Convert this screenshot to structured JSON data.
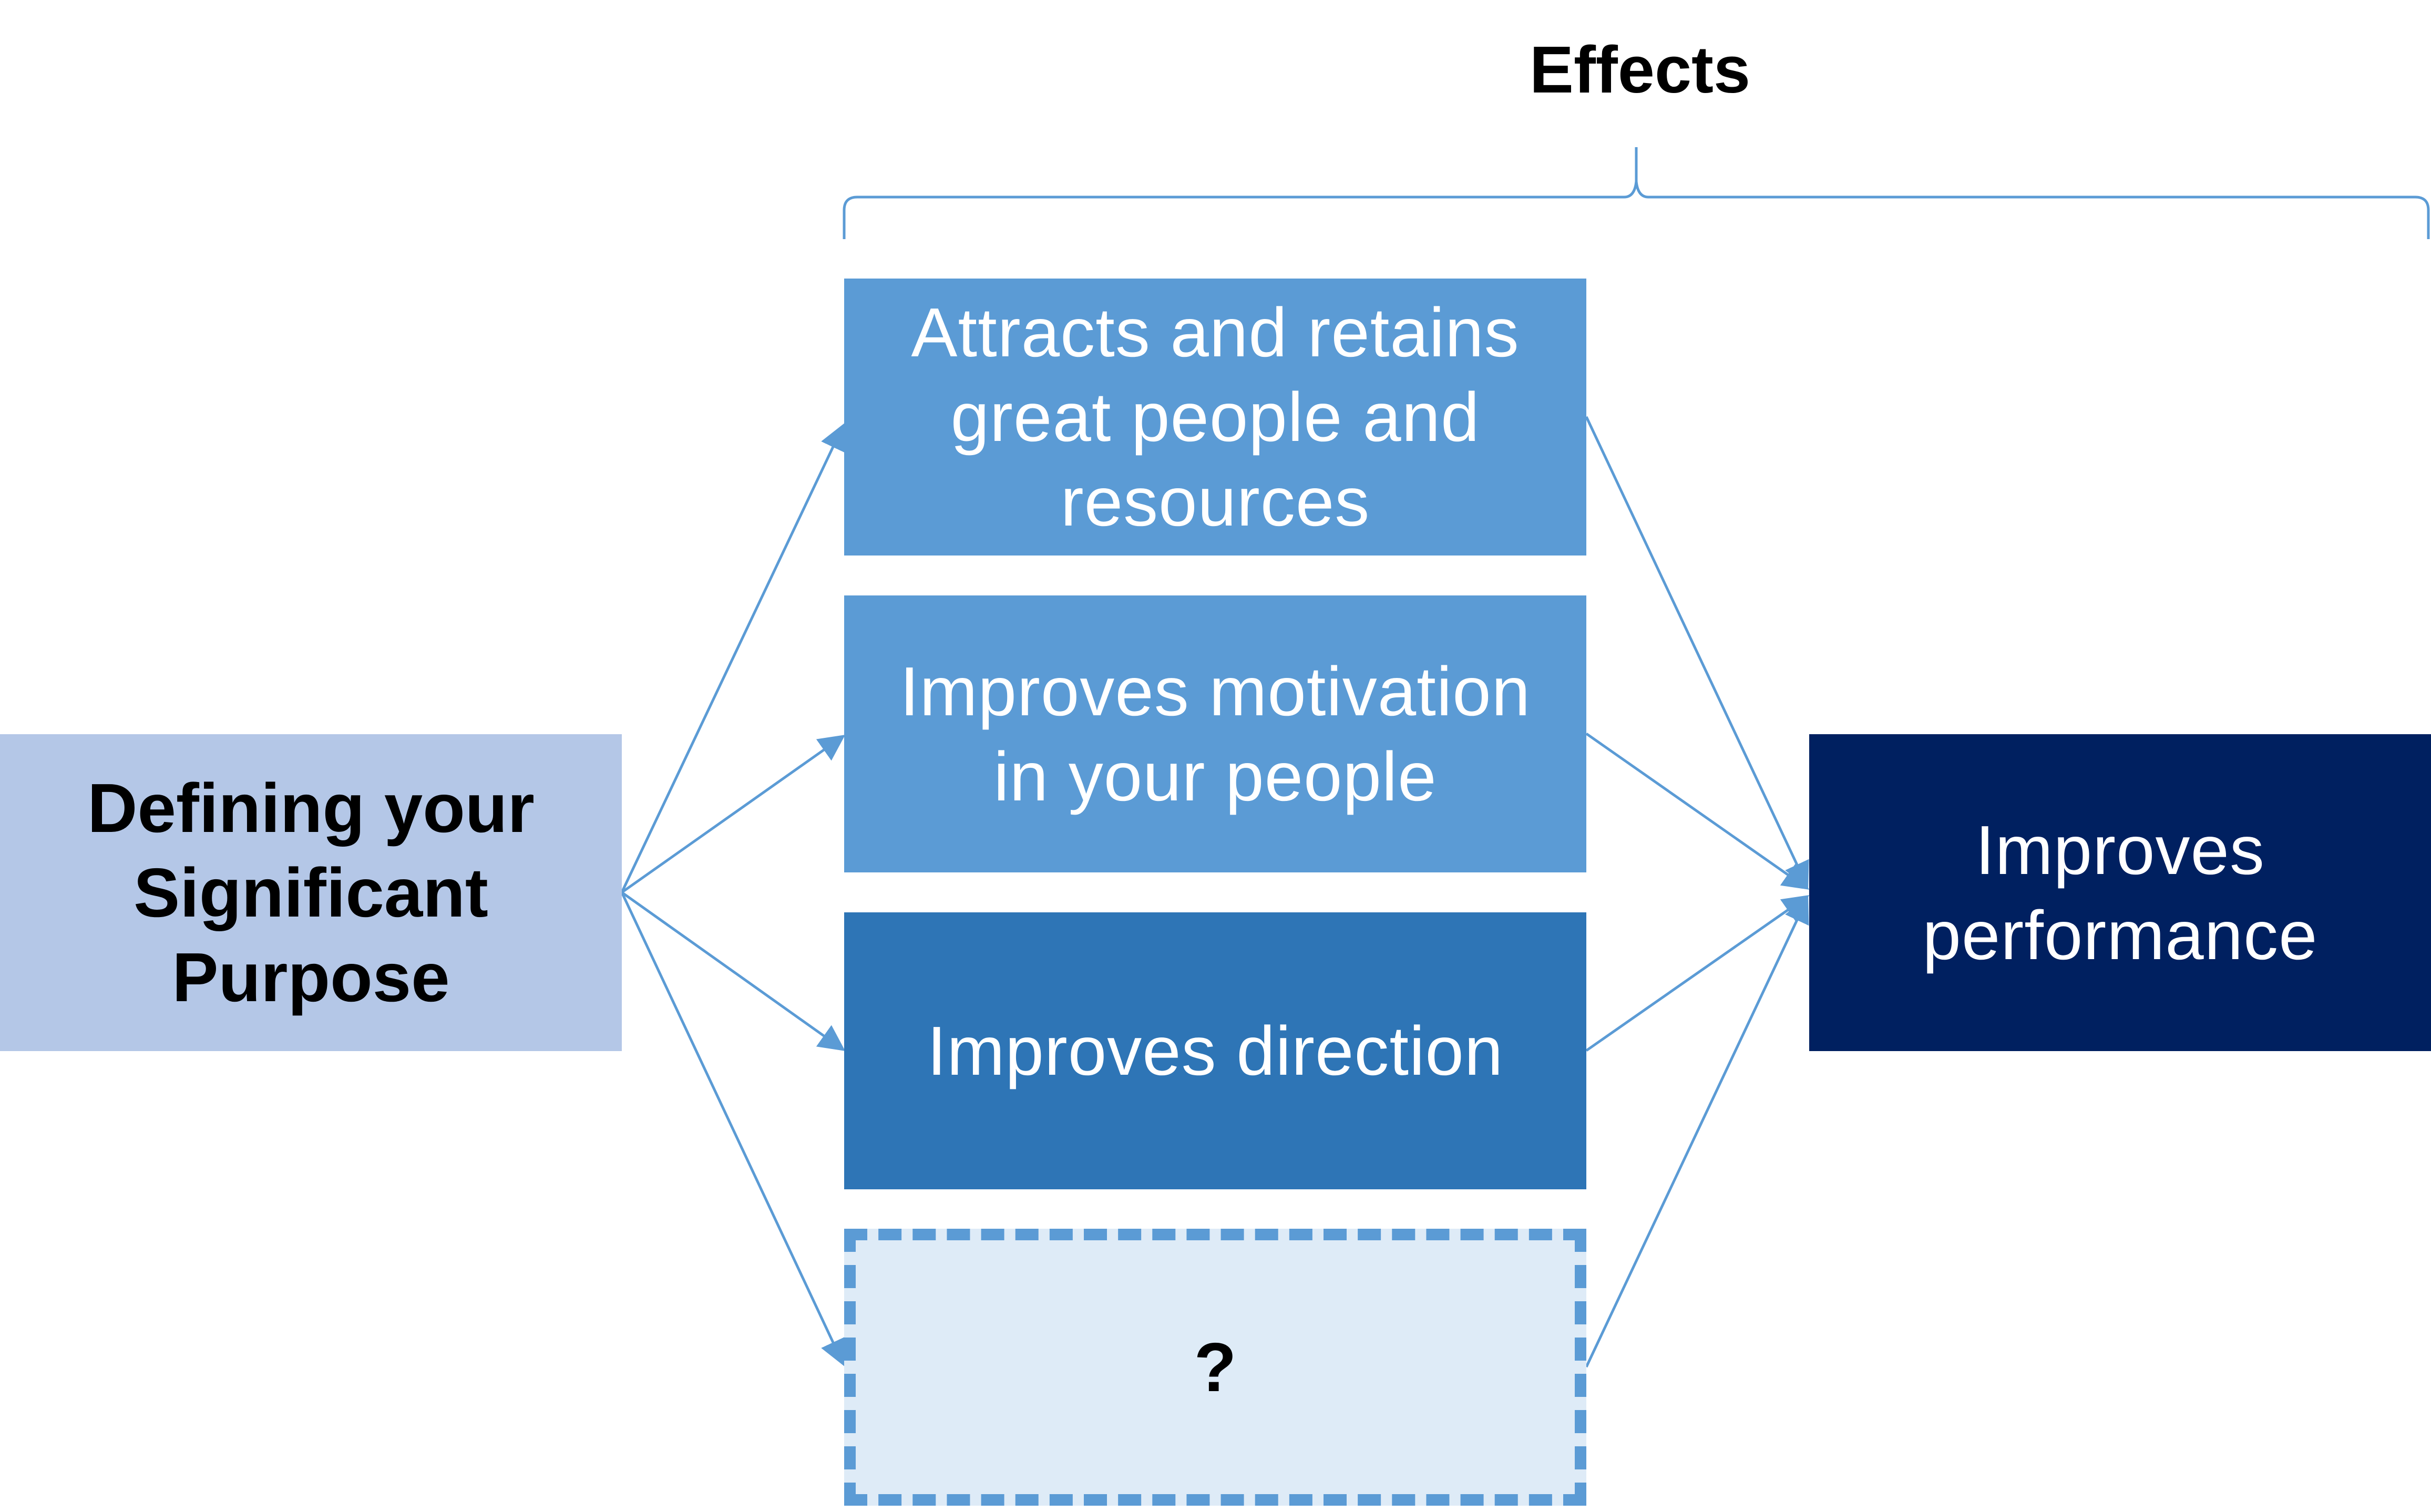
{
  "colors": {
    "source_fill": "#b4c7e7",
    "effect_fill_light": "#5b9bd5",
    "effect_fill_dark": "#2e75b6",
    "unknown_fill": "#deebf7",
    "unknown_border": "#5b9bd5",
    "outcome_fill": "#002060",
    "connector": "#5b9bd5"
  },
  "diagram": {
    "effects_label": "Effects",
    "source": {
      "label": "Defining your\nSignificant\nPurpose"
    },
    "effects": [
      {
        "label": "Attracts and retains\ngreat people and\nresources",
        "style": "light"
      },
      {
        "label": "Improves motivation\nin your people",
        "style": "light"
      },
      {
        "label": "Improves direction",
        "style": "dark"
      },
      {
        "label": "?",
        "style": "unknown"
      }
    ],
    "outcome": {
      "label": "Improves\nperformance"
    }
  }
}
